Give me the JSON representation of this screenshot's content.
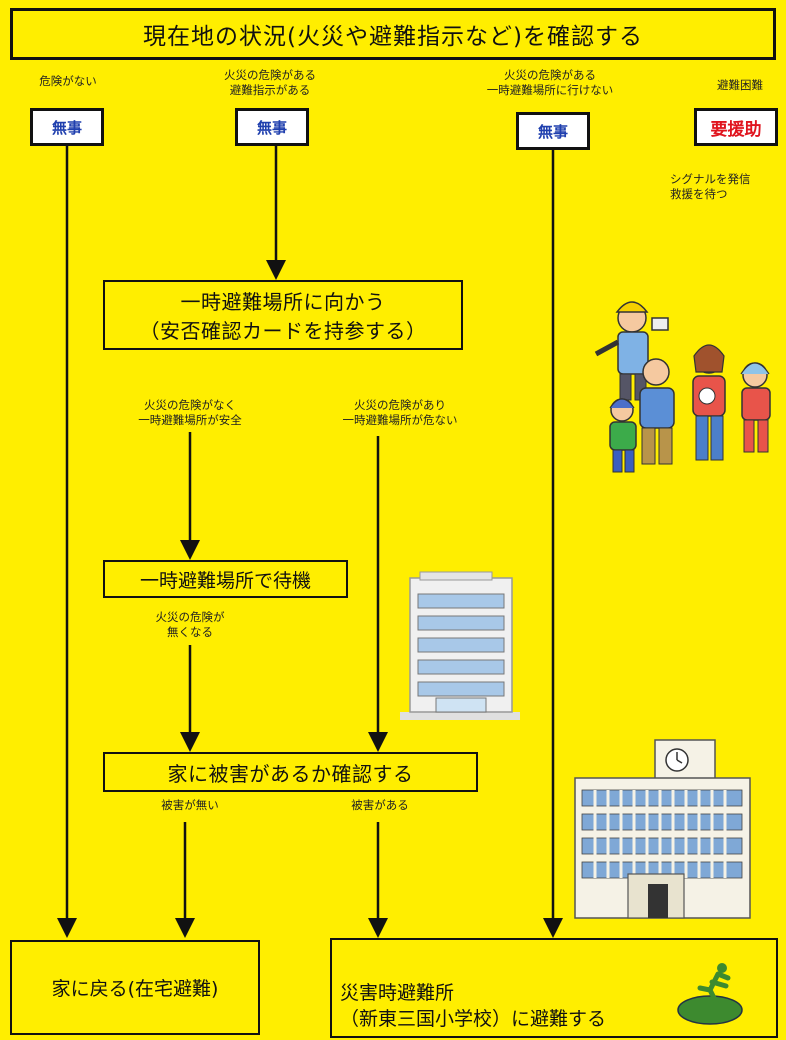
{
  "title": "現在地の状況(火災や避難指示など)を確認する",
  "conditions": {
    "no_danger": "危険がない",
    "fire_evac": [
      "火災の危険がある",
      "避難指示がある"
    ],
    "fire_cannot": [
      "火災の危険がある",
      "一時避難場所に行けない"
    ],
    "difficult": "避難困難"
  },
  "badges": {
    "safe": "無事",
    "need_help": "要援助"
  },
  "colors": {
    "safe": "#1f3fae",
    "need_help": "#e0141e",
    "background": "#ffee00"
  },
  "signal_note": [
    "シグナルを発信",
    "救援を待つ"
  ],
  "step_go": [
    "一時避難場所に向かう",
    "（安否確認カードを持参する）"
  ],
  "branch_safe": [
    "火災の危険がなく",
    "一時避難場所が安全"
  ],
  "branch_danger": [
    "火災の危険があり",
    "一時避難場所が危ない"
  ],
  "step_wait": "一時避難場所で待機",
  "fire_gone": [
    "火災の危険が",
    "無くなる"
  ],
  "step_check_home": "家に被害があるか確認する",
  "no_damage": "被害が無い",
  "has_damage": "被害がある",
  "result_home": "家に戻る(在宅避難)",
  "result_shelter": [
    "災害時避難所",
    "（新東三国小学校）に避難する"
  ],
  "illustrations": [
    "family-evacuating-illustration",
    "office-building-illustration",
    "school-building-illustration",
    "running-man-exit-icon"
  ]
}
